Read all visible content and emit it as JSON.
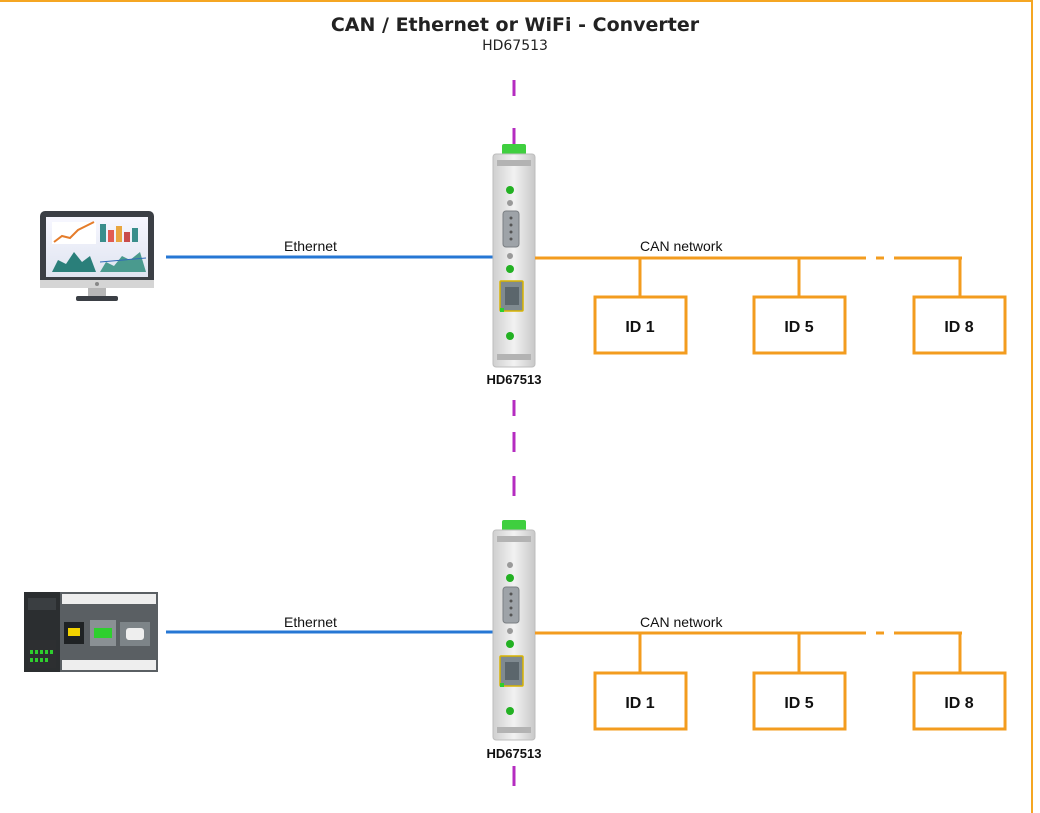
{
  "diagram": {
    "title": "CAN / Ethernet or WiFi - Converter",
    "subtitle": "HD67513",
    "border_color": "#f5a623",
    "ethernet_color": "#2677d4",
    "can_color": "#f39c1f",
    "dashed_color": "#b52cc0",
    "rows": [
      {
        "host": "pc-monitor",
        "link_label": "Ethernet",
        "converter_label": "HD67513",
        "network_label": "CAN network",
        "nodes": [
          "ID 1",
          "ID 5",
          "ID 8"
        ]
      },
      {
        "host": "plc-controller",
        "link_label": "Ethernet",
        "converter_label": "HD67513",
        "network_label": "CAN network",
        "nodes": [
          "ID 1",
          "ID 5",
          "ID 8"
        ]
      }
    ]
  }
}
